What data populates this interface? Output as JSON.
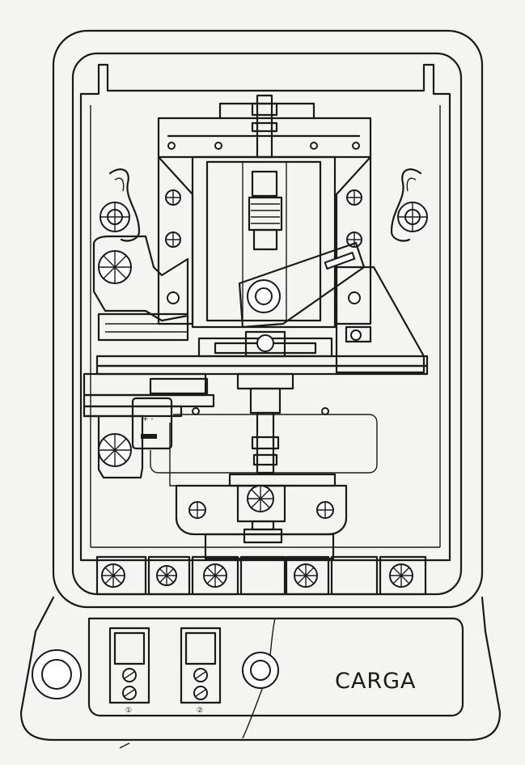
{
  "diagram": {
    "label_carga": "CARGA",
    "terminal_block_1_number": "①",
    "terminal_block_2_number": "②"
  }
}
